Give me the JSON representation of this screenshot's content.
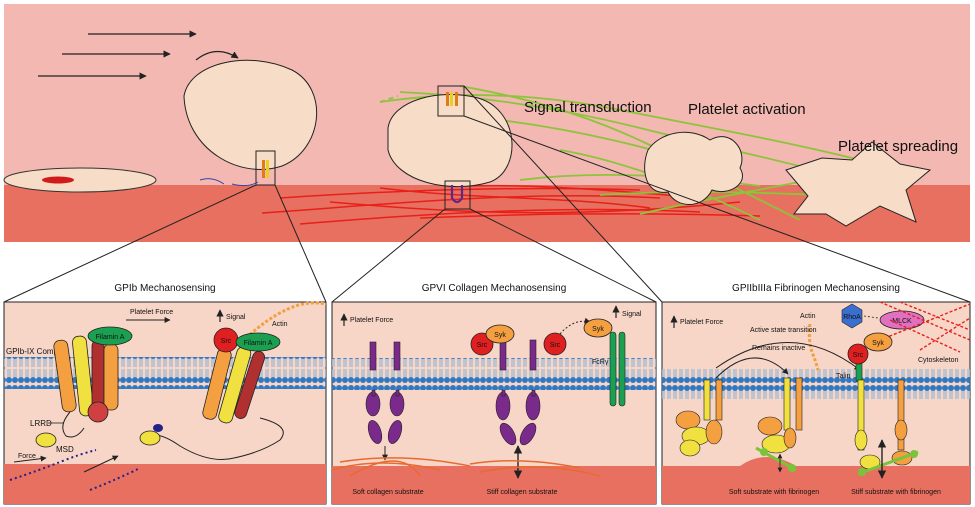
{
  "top": {
    "signal_transduction": "Signal transduction",
    "platelet_activation": "Platelet activation",
    "platelet_spreading": "Platelet spreading"
  },
  "panel1": {
    "title": "GPIb Mechanosensing",
    "platelet_force": "Platelet Force",
    "signal": "Signal",
    "actin": "Actin",
    "gpib_ix_complex": "GPIb-IX Complex",
    "filamin_a_left": "Filamin A",
    "filamin_a_right": "Filamin A",
    "src": "Src",
    "lrrd": "LRRD",
    "msd": "MSD",
    "force": "Force"
  },
  "panel2": {
    "title": "GPVI Collagen Mechanosensing",
    "platelet_force": "Platelet Force",
    "signal": "Signal",
    "syk_left": "Syk",
    "src_left": "Src",
    "syk_right": "Syk",
    "src_right": "Src",
    "fcrg": "FcRγ",
    "soft_substrate": "Soft collagen substrate",
    "stiff_substrate": "Stiff collagen substrate"
  },
  "panel3": {
    "title": "GPIIbIIIa Fibrinogen Mechanosensing",
    "platelet_force": "Platelet Force",
    "actin": "Actin",
    "rhoa": "RhoA",
    "mlck": "MLCK",
    "active_transition": "Active state transition",
    "remains_inactive": "Remains inactive",
    "talin": "Talin",
    "syk": "Syk",
    "src": "Src",
    "cytoskeleton": "Cytoskeleton",
    "soft_fibrinogen": "Soft substrate with fibrinogen",
    "stiff_fibrinogen": "Stiff substrate with fibrinogen"
  }
}
